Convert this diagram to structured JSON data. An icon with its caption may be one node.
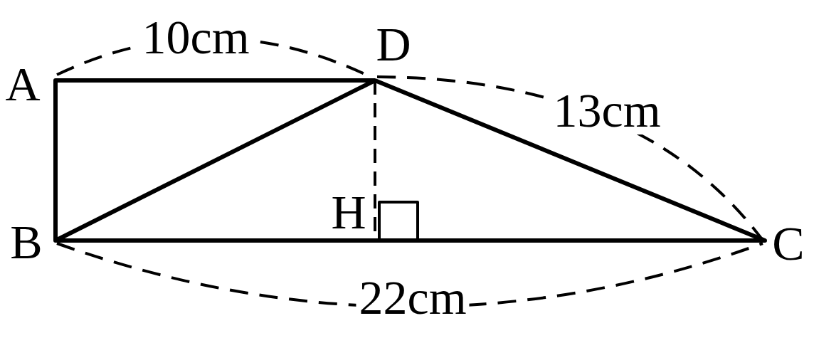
{
  "diagram": {
    "labels": [
      "10cm",
      "A",
      "D",
      "13cm",
      "H",
      "B",
      "C",
      "22cm"
    ]
  }
}
